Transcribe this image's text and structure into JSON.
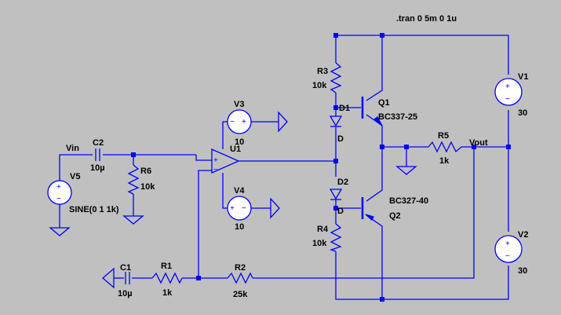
{
  "directive": ".tran 0 5m 0 1u",
  "components": {
    "v5": {
      "name": "V5",
      "value": "SINE(0 1 1k)"
    },
    "c2": {
      "name": "C2",
      "value": "10µ"
    },
    "r6": {
      "name": "R6",
      "value": "10k"
    },
    "u1": {
      "name": "U1"
    },
    "v3": {
      "name": "V3",
      "value": "10"
    },
    "v4": {
      "name": "V4",
      "value": "10"
    },
    "r3": {
      "name": "R3",
      "value": "10k"
    },
    "d1": {
      "name": "D1",
      "model": "D"
    },
    "d2": {
      "name": "D2",
      "model": "D"
    },
    "r4": {
      "name": "R4",
      "value": "10k"
    },
    "q1": {
      "name": "Q1",
      "model": "BC337-25"
    },
    "q2": {
      "name": "Q2",
      "model": "BC327-40"
    },
    "r5": {
      "name": "R5",
      "value": "1k"
    },
    "v1": {
      "name": "V1",
      "value": "30"
    },
    "v2": {
      "name": "V2",
      "value": "30"
    },
    "c1": {
      "name": "C1",
      "value": "10µ"
    },
    "r1": {
      "name": "R1",
      "value": "1k"
    },
    "r2": {
      "name": "R2",
      "value": "25k"
    }
  },
  "nets": {
    "vin": "Vin",
    "vout": "Vout"
  },
  "signs": {
    "plus": "+",
    "minus": "−"
  }
}
